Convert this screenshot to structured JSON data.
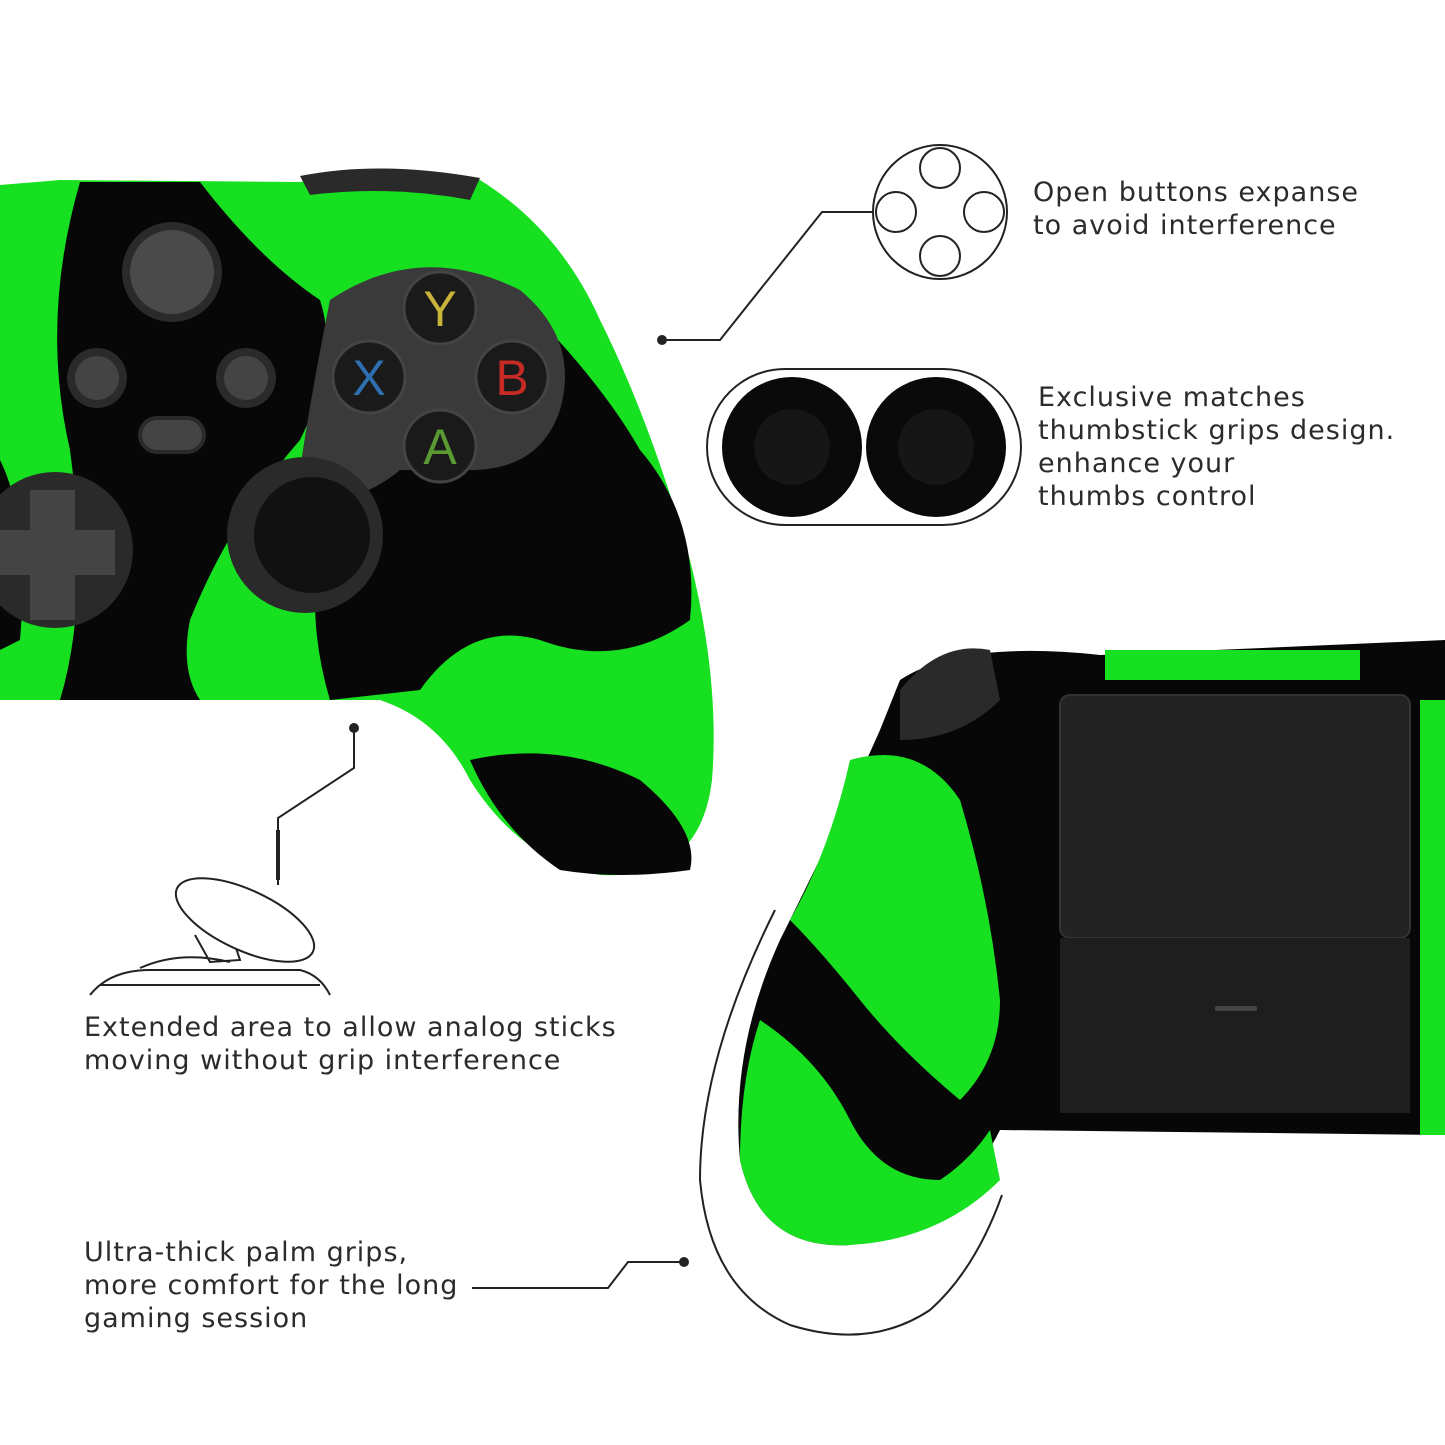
{
  "features": [
    {
      "id": "open-buttons",
      "lines": [
        "Open buttons expanse",
        "to avoid interference"
      ],
      "icon": "face-buttons-icon"
    },
    {
      "id": "thumbstick-grips",
      "lines": [
        "Exclusive matches",
        "thumbstick grips design.",
        "enhance your",
        "thumbs control"
      ],
      "icon": "thumb-grips-icon"
    },
    {
      "id": "extended-area",
      "lines": [
        "Extended area to allow analog sticks",
        "moving without grip interference"
      ],
      "icon": "analog-stick-icon"
    },
    {
      "id": "palm-grips",
      "lines": [
        "Ultra-thick palm grips,",
        "more comfort for the long",
        "gaming session"
      ],
      "icon": "palm-grip-outline"
    }
  ],
  "controller_buttons": {
    "y": "Y",
    "x": "X",
    "b": "B",
    "a": "A"
  },
  "colors": {
    "green": "#16e01f",
    "black": "#070707",
    "y": "#c9b43a",
    "x": "#2d6fb0",
    "b": "#c52a24",
    "a": "#5a9a33"
  }
}
